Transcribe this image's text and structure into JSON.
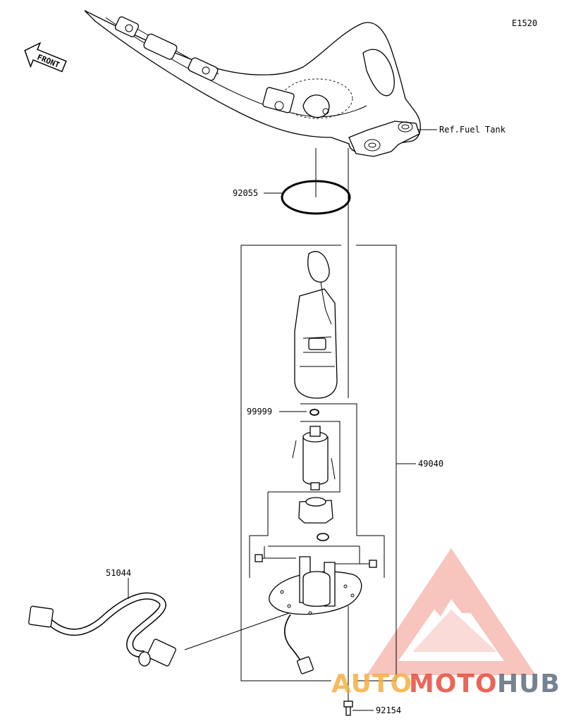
{
  "diagram_code": "E1520",
  "front_label": "FRONT",
  "ref_label": "Ref.Fuel Tank",
  "parts": {
    "gasket": "92055",
    "filter": "99999",
    "pump_assy": "49040",
    "harness": "51044",
    "bolt": "92154"
  },
  "watermark": {
    "part1": "AUTO",
    "part2": "MOTO",
    "part3": "HUB",
    "color_orange": "#f5b041",
    "color_red": "#e74c3c",
    "color_gray": "#5d6d7e",
    "logo_color": "#f1948a"
  }
}
